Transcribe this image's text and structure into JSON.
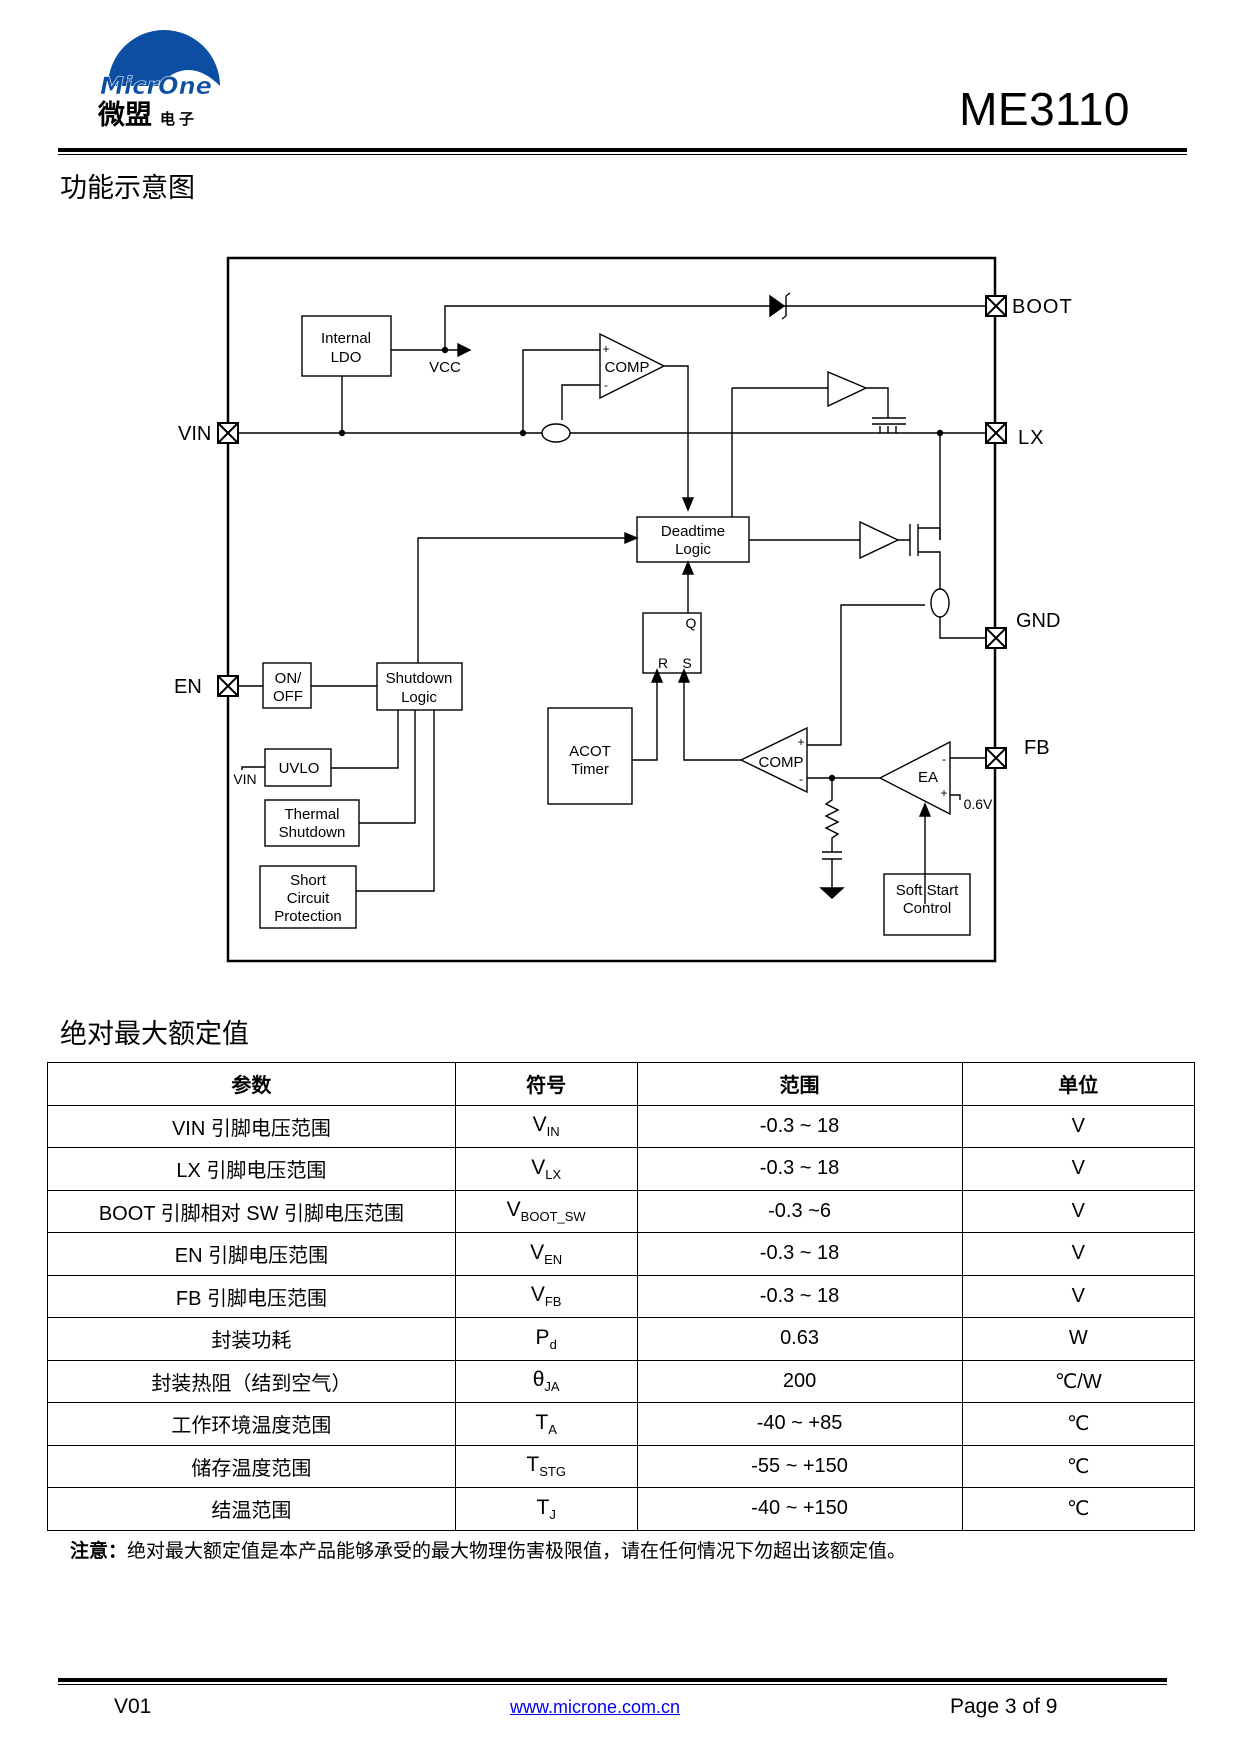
{
  "header": {
    "logo_text_en": "MicrOne",
    "logo_text_cn": "微盟",
    "logo_text_cn_small": "电子",
    "part_number": "ME3110",
    "brand_color": "#0b4ea2"
  },
  "sections": {
    "block_diagram_title": "功能示意图",
    "ratings_title": "绝对最大额定值"
  },
  "diagram": {
    "pins": {
      "boot": "BOOT",
      "lx": "LX",
      "vin": "VIN",
      "gnd": "GND",
      "en": "EN",
      "fb": "FB"
    },
    "blocks": {
      "internal_ldo_1": "Internal",
      "internal_ldo_2": "LDO",
      "vcc": "VCC",
      "comp_top": "COMP",
      "deadtime_1": "Deadtime",
      "deadtime_2": "Logic",
      "q": "Q",
      "r": "R",
      "s": "S",
      "on_off_1": "ON/",
      "on_off_2": "OFF",
      "shutdown_1": "Shutdown",
      "shutdown_2": "Logic",
      "uvlo": "UVLO",
      "vin_small": "VIN",
      "thermal_1": "Thermal",
      "thermal_2": "Shutdown",
      "short_1": "Short",
      "short_2": "Circuit",
      "short_3": "Protection",
      "acot_1": "ACOT",
      "acot_2": "Timer",
      "comp_bottom": "COMP",
      "ea": "EA",
      "vref": "0.6V",
      "soft_start_1": "Soft Start",
      "soft_start_2": "Control",
      "plus": "+",
      "minus": "-"
    }
  },
  "ratings_table": {
    "headers": [
      "参数",
      "符号",
      "范围",
      "单位"
    ],
    "rows": [
      {
        "param": "VIN 引脚电压范围",
        "sym": "V",
        "sub": "IN",
        "range": "-0.3 ~ 18",
        "unit": "V"
      },
      {
        "param": "LX 引脚电压范围",
        "sym": "V",
        "sub": "LX",
        "range": "-0.3 ~ 18",
        "unit": "V"
      },
      {
        "param": "BOOT 引脚相对 SW 引脚电压范围",
        "sym": "V",
        "sub": "BOOT_SW",
        "range": "-0.3 ~6",
        "unit": "V"
      },
      {
        "param": "EN 引脚电压范围",
        "sym": "V",
        "sub": "EN",
        "range": "-0.3 ~ 18",
        "unit": "V"
      },
      {
        "param": "FB 引脚电压范围",
        "sym": "V",
        "sub": "FB",
        "range": "-0.3 ~ 18",
        "unit": "V"
      },
      {
        "param": "封装功耗",
        "sym": "P",
        "sub": "d",
        "range": "0.63",
        "unit": "W"
      },
      {
        "param": "封装热阻（结到空气）",
        "sym": "θ",
        "sub": "JA",
        "range": "200",
        "unit": "℃/W"
      },
      {
        "param": "工作环境温度范围",
        "sym": "T",
        "sub": "A",
        "range": "-40 ~ +85",
        "unit": "℃"
      },
      {
        "param": "储存温度范围",
        "sym": "T",
        "sub": "STG",
        "range": "-55 ~ +150",
        "unit": "℃"
      },
      {
        "param": "结温范围",
        "sym": "T",
        "sub": "J",
        "range": "-40 ~ +150",
        "unit": "℃"
      }
    ]
  },
  "note": {
    "label": "注意：",
    "text": "绝对最大额定值是本产品能够承受的最大物理伤害极限值，请在任何情况下勿超出该额定值。"
  },
  "footer": {
    "version": "V01",
    "website": "www.microne.com.cn",
    "page": "Page 3 of 9"
  }
}
